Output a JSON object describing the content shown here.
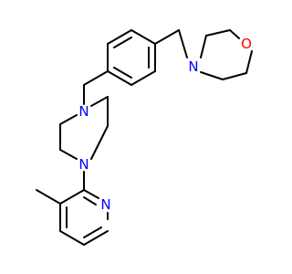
{
  "colors": {
    "background": "#ffffff",
    "bond": "#000000",
    "oxygen": "#ff0000",
    "nitrogen": "#0000ff"
  },
  "atoms": {
    "morpholine_oxygen": "O",
    "morpholine_nitrogen": "N",
    "piperazine_nitrogen_top": "N",
    "piperazine_nitrogen_bottom": "N",
    "pyridine_nitrogen": "N"
  }
}
